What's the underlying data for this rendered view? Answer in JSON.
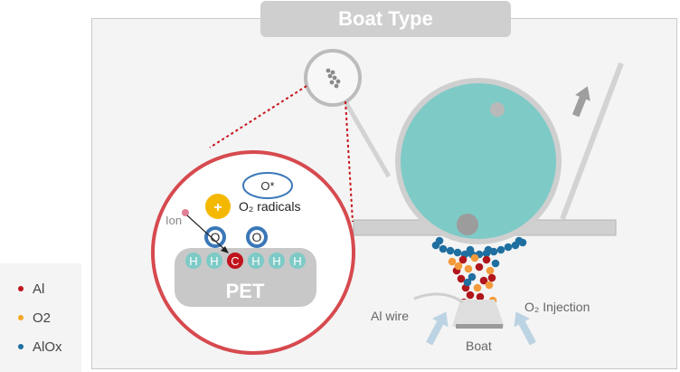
{
  "title": "Boat Type",
  "legend": [
    {
      "label": "Al",
      "color": "#c0141c"
    },
    {
      "label": "O2",
      "color": "#f5a623"
    },
    {
      "label": "AlOx",
      "color": "#1f6fa0"
    }
  ],
  "zoom": {
    "ion_label": "Ion",
    "o_star": "O*",
    "plus": "+",
    "radicals_label": "O₂ radicals",
    "o_atom": "O",
    "pet_label": "PET",
    "chain": [
      "H",
      "H",
      "C",
      "H",
      "H",
      "H"
    ]
  },
  "labels": {
    "al_wire": "Al wire",
    "o2_injection": "O₂ Injection",
    "boat": "Boat"
  },
  "colors": {
    "drum": "#7ecac7",
    "zoom_border": "#d64a4f",
    "hydrogen": "#7ecac7",
    "carbon": "#c0141c",
    "o_ring": "#3a78b8",
    "radical_dot": "#f5b800",
    "ion_dot": "#e07f95",
    "pet": "#c8c8c8",
    "arrow": "#bcd3e3"
  }
}
